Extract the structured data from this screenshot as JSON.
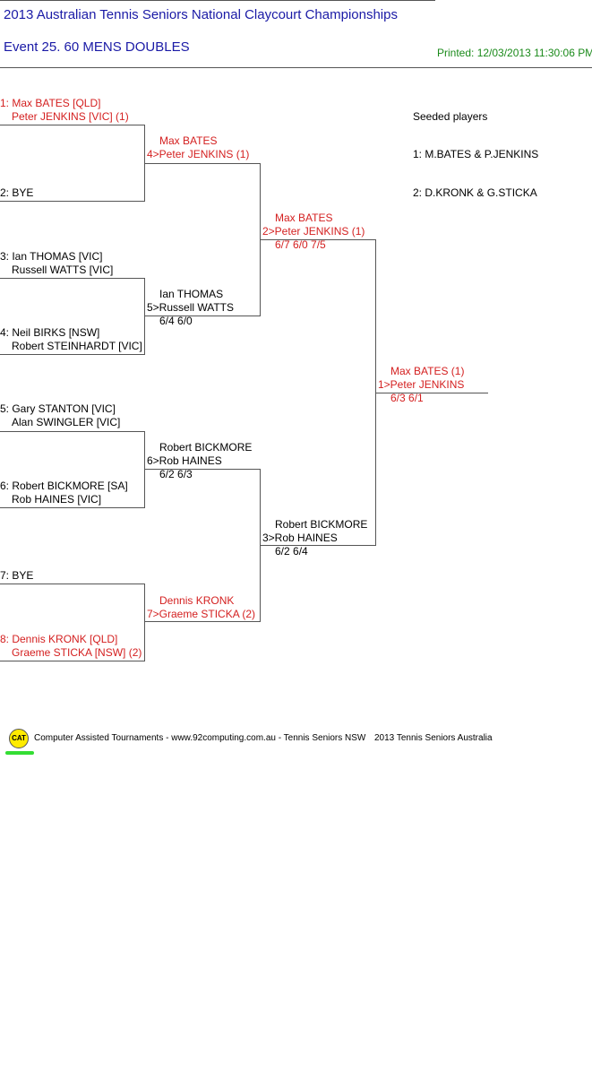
{
  "header": {
    "title": "2013 Australian Tennis Seniors National Claycourt Championships",
    "event": "Event 25. 60 MENS DOUBLES",
    "printed": "Printed: 12/03/2013 11:30:06 PM"
  },
  "seeded": {
    "heading": "Seeded players",
    "items": [
      "1: M.BATES & P.JENKINS",
      "2: D.KRONK & G.STICKA"
    ]
  },
  "round1": [
    {
      "line1": "1: Max BATES [QLD]",
      "line2": "Peter JENKINS [VIC] (1)",
      "red": true
    },
    {
      "line1": "2: BYE",
      "line2": "",
      "red": false
    },
    {
      "line1": "3: Ian THOMAS [VIC]",
      "line2": "Russell WATTS [VIC]",
      "red": false
    },
    {
      "line1": "4: Neil BIRKS [NSW]",
      "line2": "Robert STEINHARDT [VIC]",
      "red": false
    },
    {
      "line1": "5: Gary STANTON [VIC]",
      "line2": "Alan SWINGLER [VIC]",
      "red": false
    },
    {
      "line1": "6: Robert BICKMORE [SA]",
      "line2": "Rob HAINES [VIC]",
      "red": false
    },
    {
      "line1": "7: BYE",
      "line2": "",
      "red": false
    },
    {
      "line1": "8: Dennis KRONK [QLD]",
      "line2": "Graeme STICKA [NSW] (2)",
      "red": true
    }
  ],
  "round2": [
    {
      "line1": "Max BATES",
      "line2": "4>Peter JENKINS (1)",
      "score": "",
      "red": true
    },
    {
      "line1": "Ian THOMAS",
      "line2": "5>Russell WATTS",
      "score": "6/4 6/0",
      "red": false
    },
    {
      "line1": "Robert BICKMORE",
      "line2": "6>Rob HAINES",
      "score": "6/2 6/3",
      "red": false
    },
    {
      "line1": "Dennis KRONK",
      "line2": "7>Graeme STICKA (2)",
      "score": "",
      "red": true
    }
  ],
  "round3": [
    {
      "line1": "Max BATES",
      "line2": "2>Peter JENKINS (1)",
      "score": "6/7 6/0 7/5",
      "red": true
    },
    {
      "line1": "Robert BICKMORE",
      "line2": "3>Rob HAINES",
      "score": "6/2 6/4",
      "red": false
    }
  ],
  "final": {
    "line1": "Max BATES (1)",
    "line2": "1>Peter JENKINS",
    "score": "6/3 6/1",
    "red": true
  },
  "footer": {
    "logo": "CAT",
    "text": "Computer Assisted Tournaments - www.92computing.com.au -  Tennis Seniors NSW",
    "copyright": "2013 Tennis Seniors Australia"
  },
  "colors": {
    "winner": "#d42020",
    "title": "#1a1aa6",
    "printed": "#1a8a1a",
    "line": "#555555"
  }
}
